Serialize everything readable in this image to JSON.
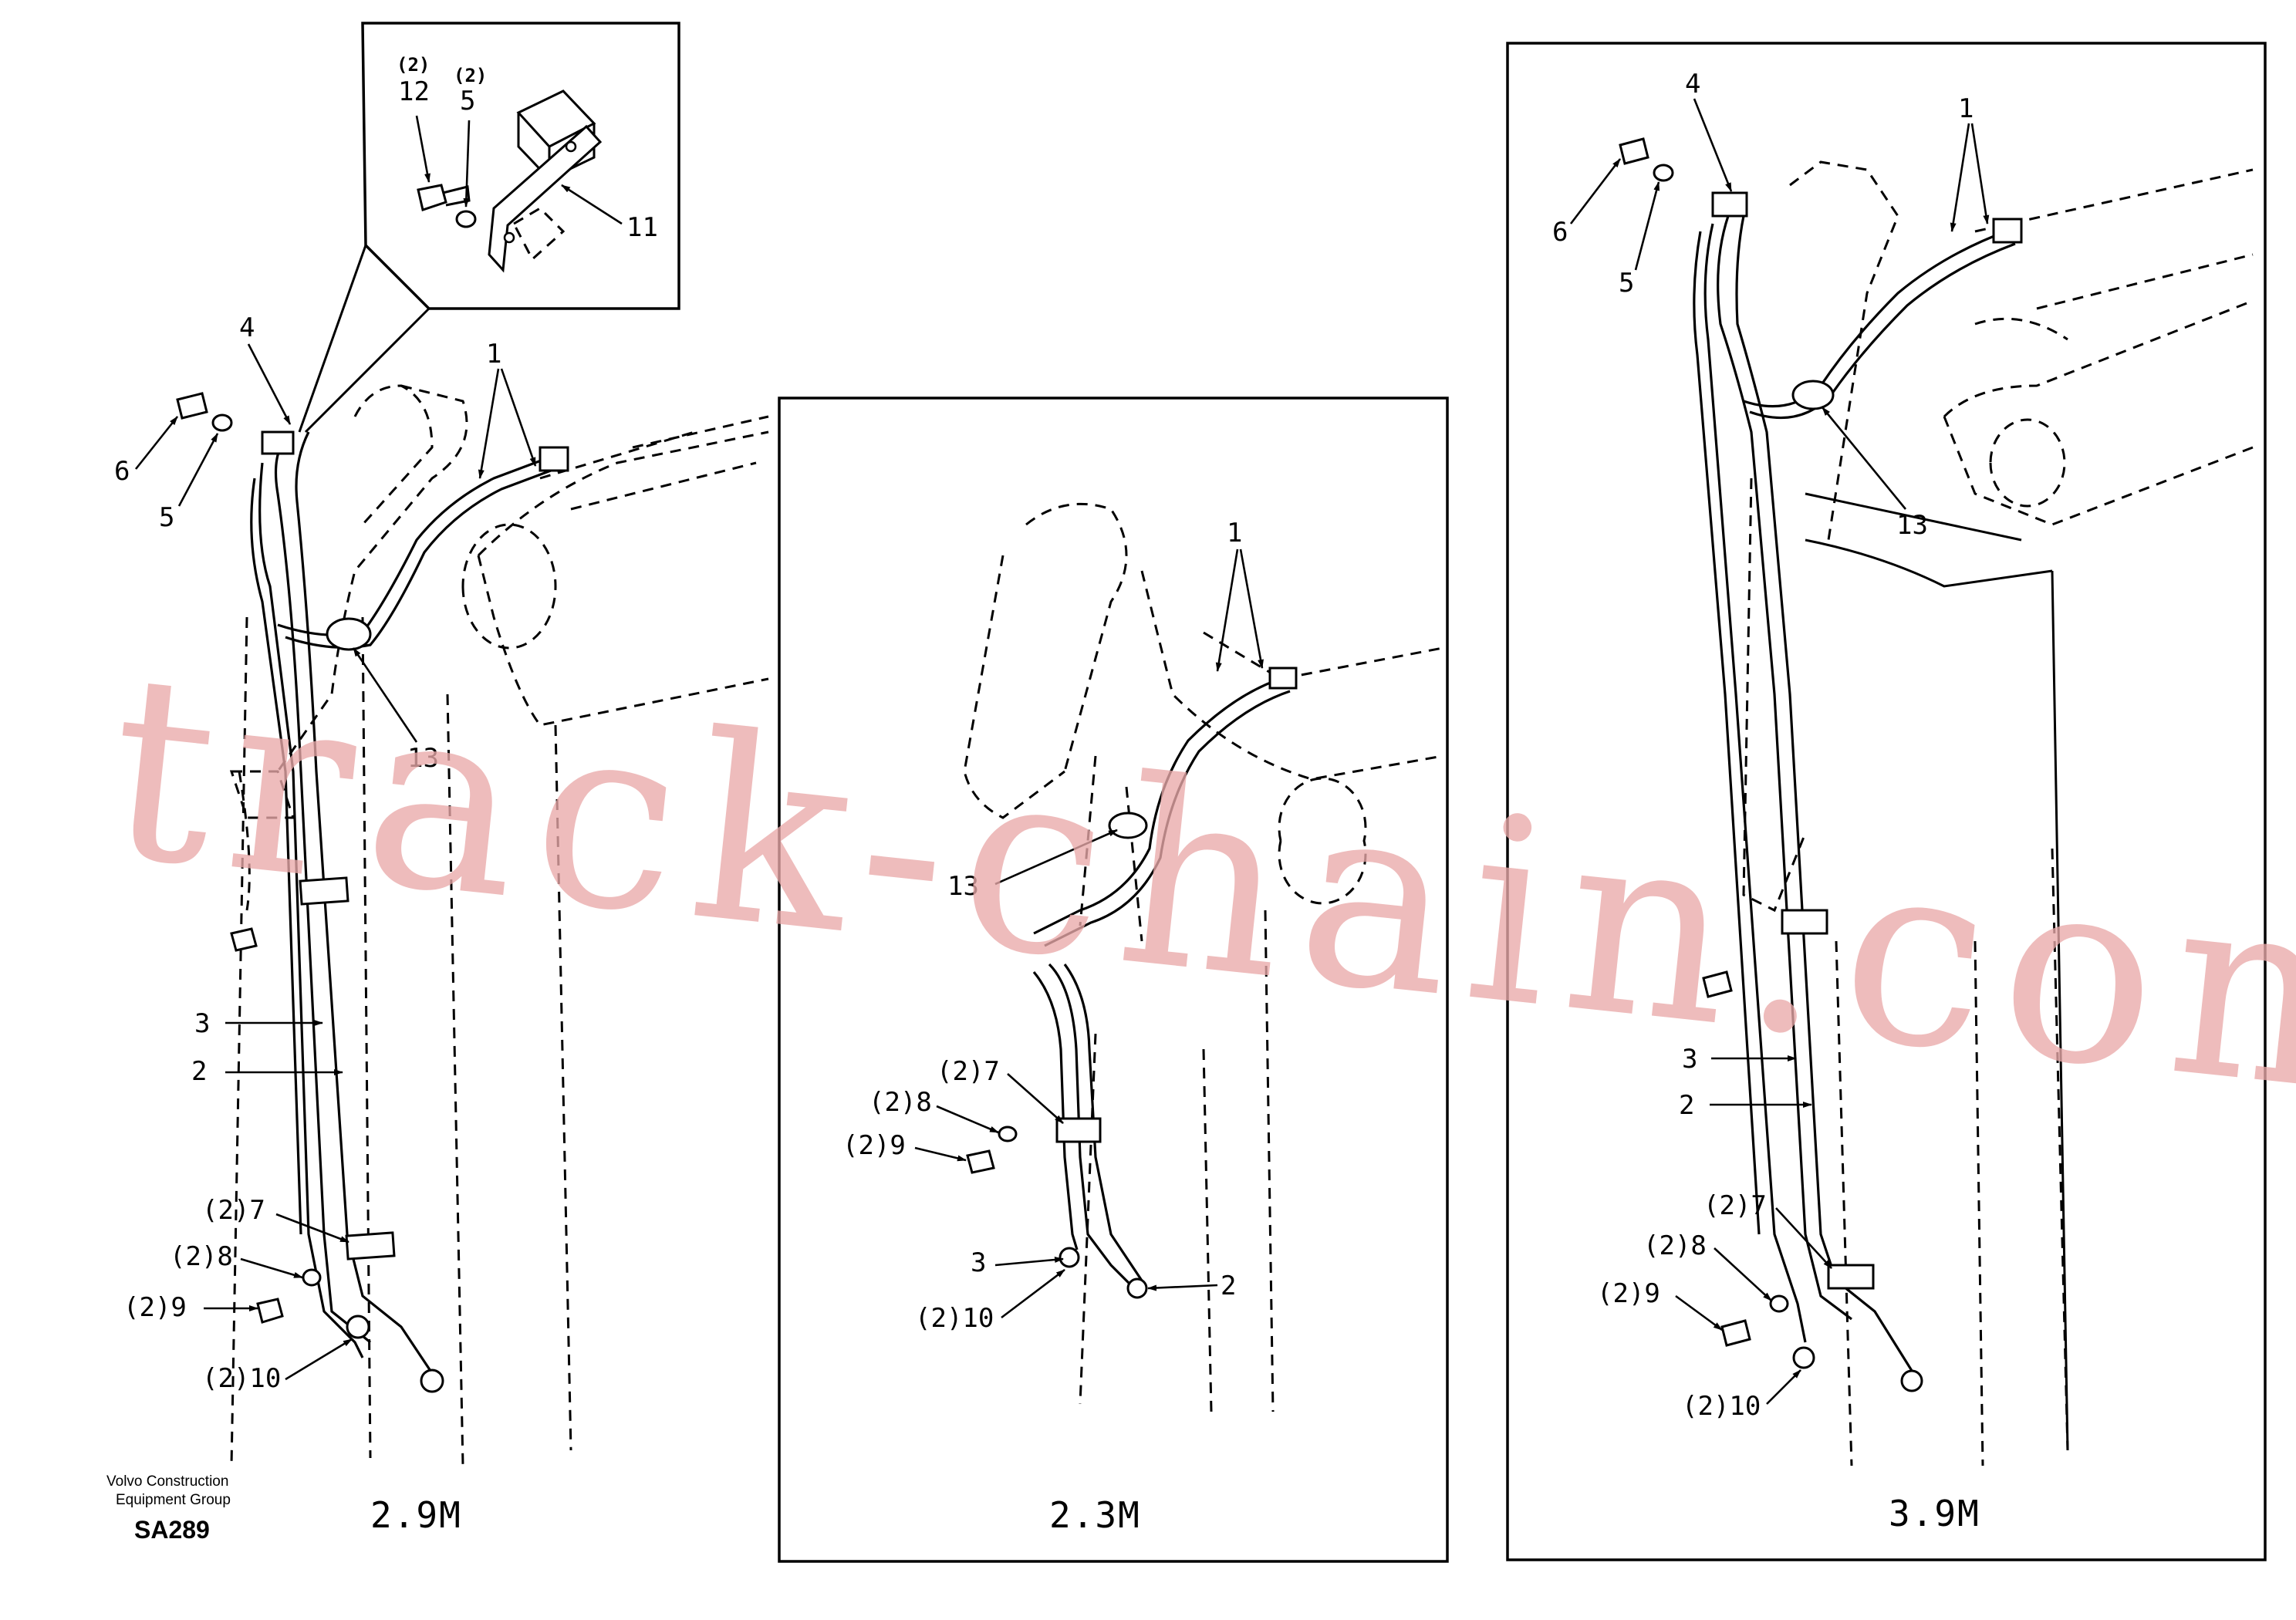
{
  "watermark": "track-chain.com",
  "footer": {
    "company_line1": "Volvo Construction",
    "company_line2": "Equipment Group",
    "drawing_code": "SA289"
  },
  "detail_inset": {
    "callouts": [
      {
        "qty": "(2)",
        "num": "12"
      },
      {
        "qty": "(2)",
        "num": "5"
      },
      {
        "qty": "",
        "num": "11"
      }
    ]
  },
  "views": [
    {
      "title": "2.9M",
      "callouts": [
        "4",
        "6",
        "5",
        "1",
        "13",
        "3",
        "2",
        "(2)7",
        "(2)8",
        "(2)9",
        "(2)10"
      ]
    },
    {
      "title": "2.3M",
      "callouts": [
        "1",
        "13",
        "(2)7",
        "(2)8",
        "(2)9",
        "3",
        "2",
        "(2)10"
      ]
    },
    {
      "title": "3.9M",
      "callouts": [
        "4",
        "1",
        "6",
        "5",
        "13",
        "3",
        "2",
        "(2)7",
        "(2)8",
        "(2)9",
        "(2)10"
      ]
    }
  ],
  "colors": {
    "line": "#000000",
    "watermark": "#e9a9a9",
    "background": "#ffffff"
  }
}
